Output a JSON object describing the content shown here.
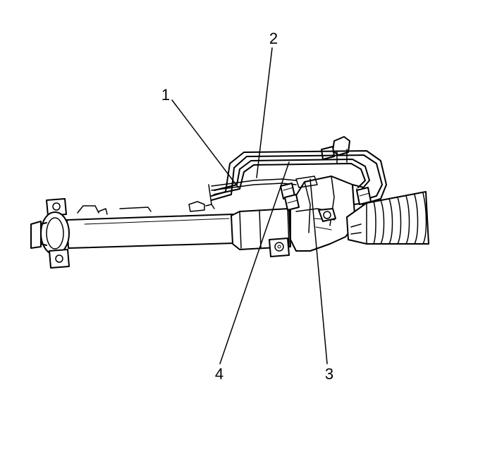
{
  "callouts": [
    {
      "id": "1",
      "label": "1"
    },
    {
      "id": "2",
      "label": "2"
    },
    {
      "id": "3",
      "label": "3"
    },
    {
      "id": "4",
      "label": "4"
    }
  ],
  "colors": {
    "ink": "#000000",
    "background": "#ffffff"
  }
}
